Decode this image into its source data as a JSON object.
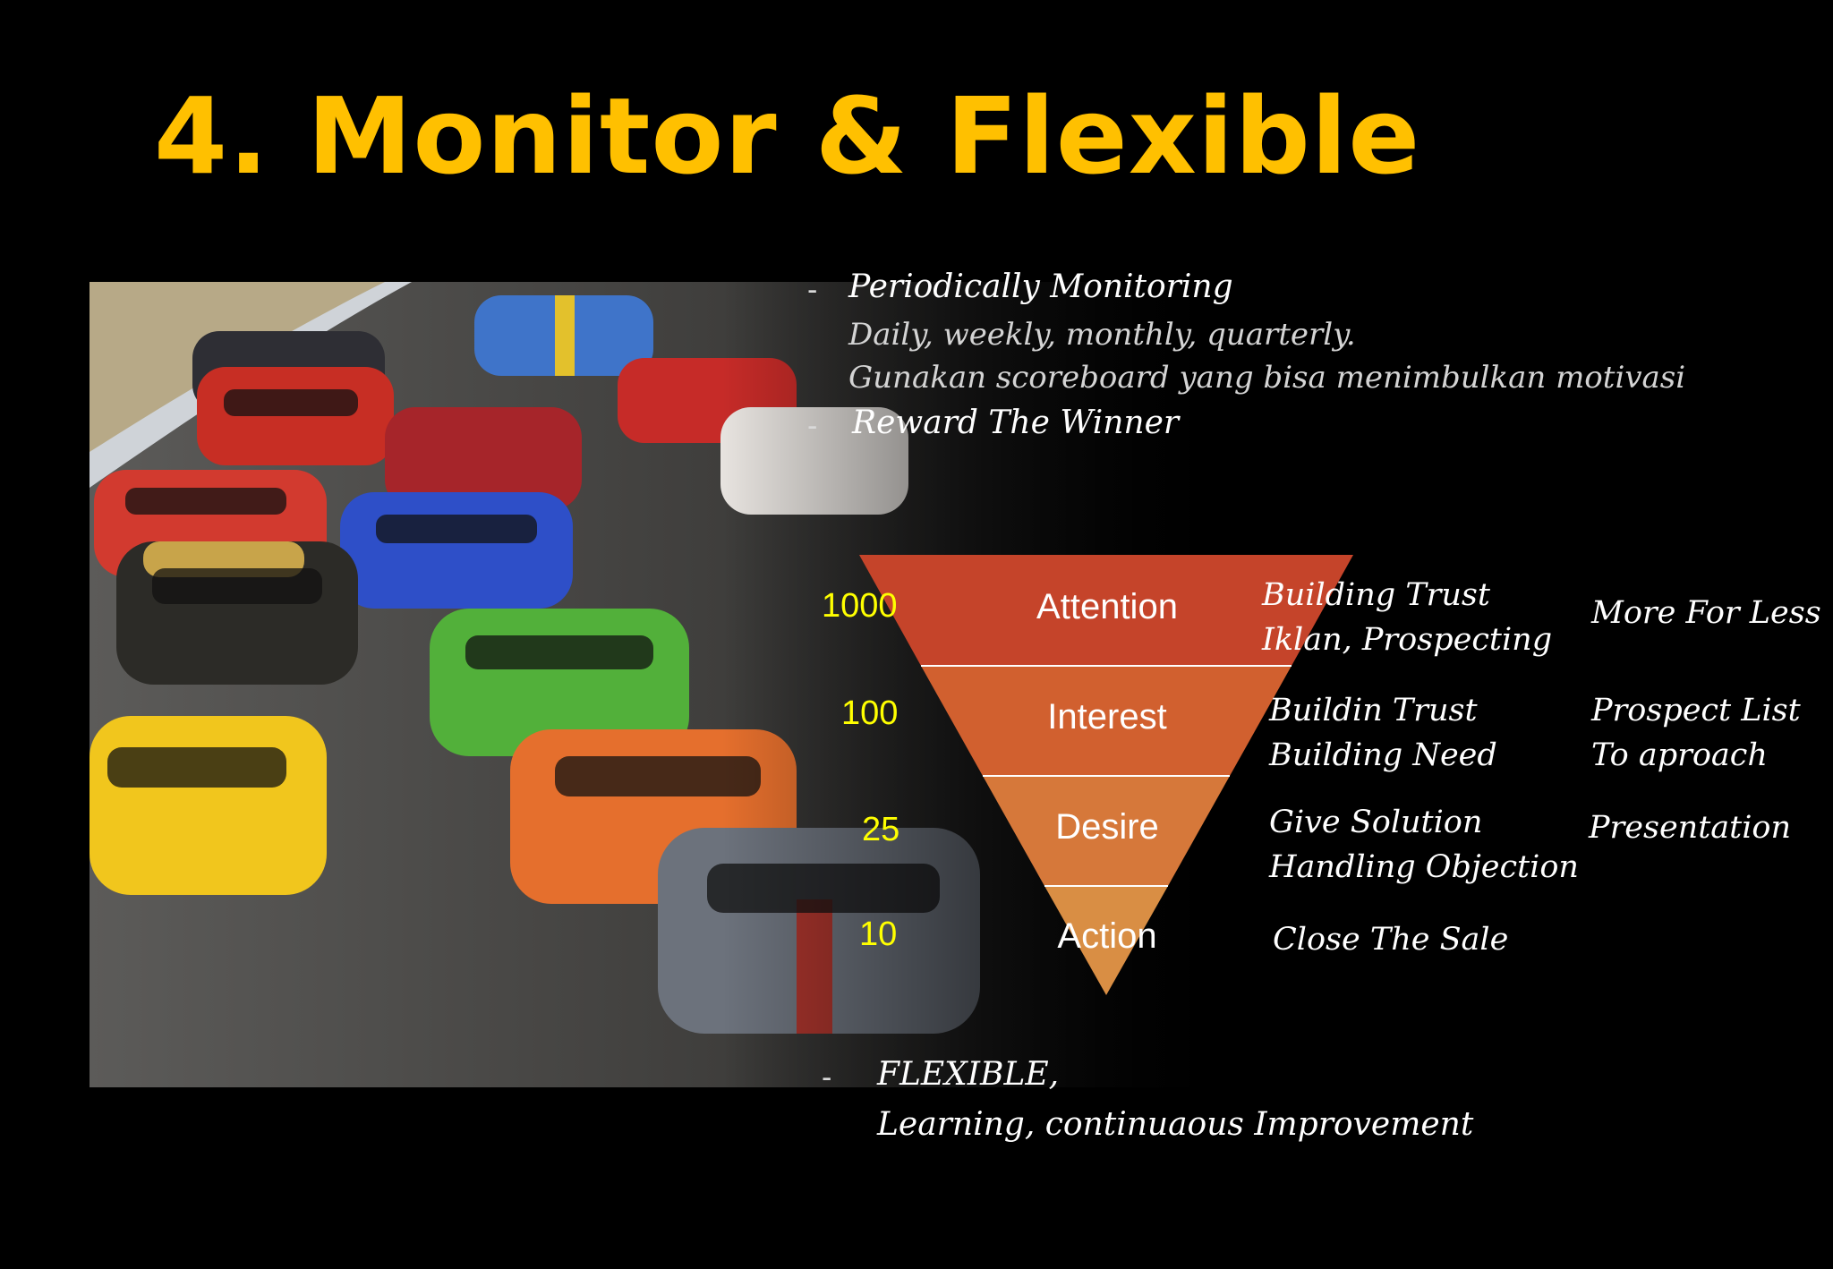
{
  "title": "4. Monitor & Flexible",
  "bullets": {
    "dash": "-",
    "periodic_heading": "Periodically Monitoring",
    "periodic_line1": "Daily, weekly, monthly, quarterly.",
    "periodic_line2": "Gunakan scoreboard yang bisa menimbulkan motivasi",
    "reward": "Reward The Winner",
    "flexible_heading": "FLEXIBLE,",
    "flexible_line": "Learning, continuaous Improvement"
  },
  "funnel": {
    "stages": [
      {
        "count": "1000",
        "name": "Attention",
        "color": "#c5442a"
      },
      {
        "count": "100",
        "name": "Interest",
        "color": "#d1602f"
      },
      {
        "count": "25",
        "name": "Desire",
        "color": "#d6783a"
      },
      {
        "count": "10",
        "name": "Action",
        "color": "#d98e44"
      }
    ],
    "activities": [
      {
        "line1": "Building Trust",
        "line2": "Iklan, Prospecting"
      },
      {
        "line1": "Buildin Trust",
        "line2": "Building Need"
      },
      {
        "line1": "Give Solution",
        "line2": "Handling Objection"
      },
      {
        "line1": "Close The Sale",
        "line2": ""
      }
    ],
    "outcomes": [
      {
        "line1": "More For Less",
        "line2": ""
      },
      {
        "line1": "Prospect List",
        "line2": "To aproach"
      },
      {
        "line1": "Presentation",
        "line2": ""
      }
    ]
  },
  "colors": {
    "title": "#ffc000",
    "count": "#ffff00",
    "background": "#000000"
  }
}
